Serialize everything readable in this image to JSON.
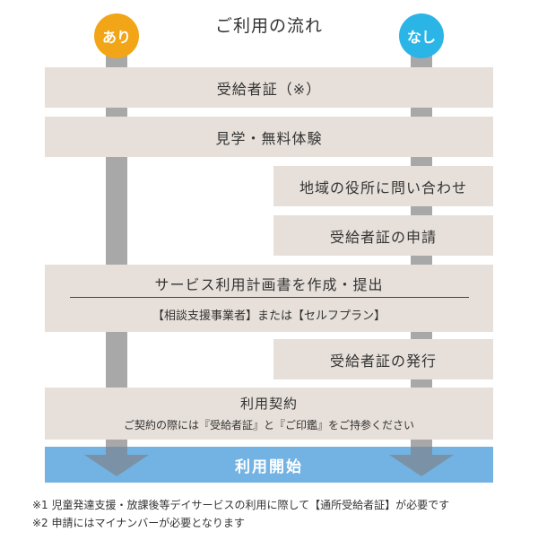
{
  "title": "ご利用の流れ",
  "branches": {
    "left": {
      "label": "あり",
      "color": "#F2A516"
    },
    "right": {
      "label": "なし",
      "color": "#2BB5E6"
    }
  },
  "steps": [
    {
      "label": "受給者証（※）"
    },
    {
      "label": "見学・無料体験"
    },
    {
      "label": "地域の役所に問い合わせ"
    },
    {
      "label": "受給者証の申請"
    },
    {
      "label": "サービス利用計画書を作成・提出",
      "sub": "【相談支援事業者】または【セルフプラン】"
    },
    {
      "label": "受給者証の発行"
    },
    {
      "label": "利用契約",
      "sub": "ご契約の際には『受給者証』と『ご印鑑』をご持参ください"
    }
  ],
  "start": {
    "label": "利用開始",
    "color": "#72B3E3"
  },
  "colors": {
    "box": "#E7E0DA",
    "bar": "#A8A8A8",
    "arrow": "#7F8791"
  },
  "notes": [
    "※1 児童発達支援・放課後等デイサービスの利用に際して【通所受給者証】が必要です",
    "※2 申請にはマイナンバーが必要となります"
  ]
}
